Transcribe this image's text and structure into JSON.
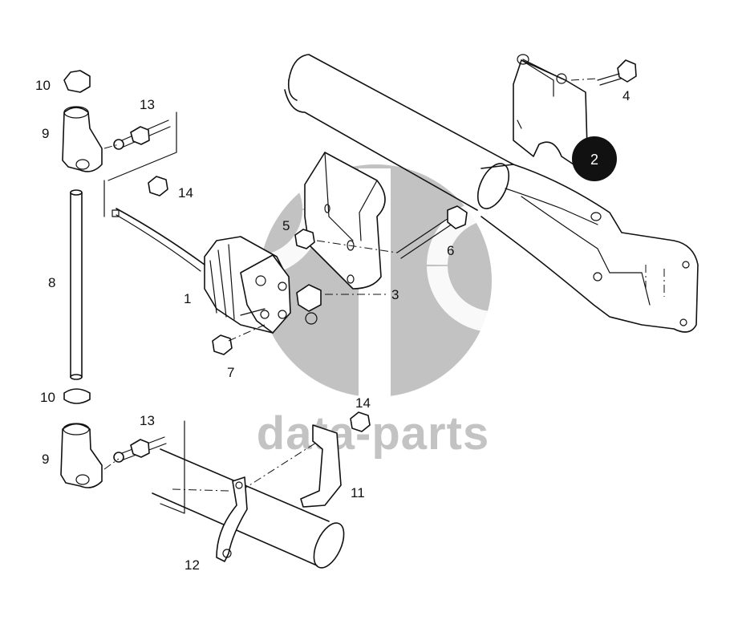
{
  "watermark": {
    "text": "data-parts",
    "color": "#b4b4b4"
  },
  "highlight": {
    "label": "2",
    "color": "#111111"
  },
  "callouts": [
    {
      "label": "1"
    },
    {
      "label": "3"
    },
    {
      "label": "4"
    },
    {
      "label": "5"
    },
    {
      "label": "6"
    },
    {
      "label": "7"
    },
    {
      "label": "8"
    },
    {
      "label": "9"
    },
    {
      "label": "9"
    },
    {
      "label": "10"
    },
    {
      "label": "10"
    },
    {
      "label": "11"
    },
    {
      "label": "12"
    },
    {
      "label": "13"
    },
    {
      "label": "13"
    },
    {
      "label": "14"
    },
    {
      "label": "14"
    }
  ]
}
